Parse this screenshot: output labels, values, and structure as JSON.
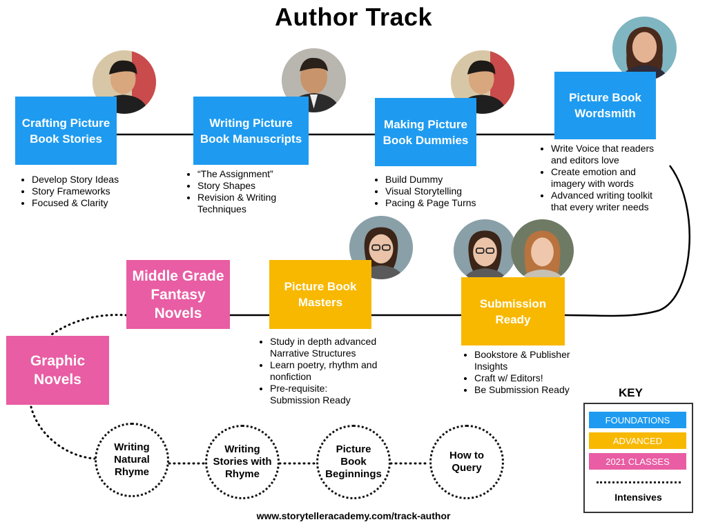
{
  "title": "Author Track",
  "colors": {
    "foundations": "#1e9bf0",
    "advanced": "#f8b800",
    "classes_2021": "#e85da3"
  },
  "courses": {
    "crafting": {
      "label": "Crafting Picture\nBook Stories",
      "bullets": [
        "Develop Story Ideas",
        "Story Frameworks",
        "Focused & Clarity"
      ]
    },
    "writing_manuscripts": {
      "label": "Writing Picture\nBook Manuscripts",
      "bullets": [
        "“The Assignment”",
        "Story Shapes",
        "Revision & Writing\nTechniques"
      ]
    },
    "making_dummies": {
      "label": "Making Picture\nBook Dummies",
      "bullets": [
        "Build Dummy",
        "Visual Storytelling",
        "Pacing & Page Turns"
      ]
    },
    "wordsmith": {
      "label": "Picture Book\nWordsmith",
      "bullets": [
        "Write Voice that readers\nand editors love",
        "Create emotion and\nimagery with words",
        "Advanced writing toolkit\nthat every writer needs"
      ]
    },
    "submission_ready": {
      "label": "Submission\nReady",
      "bullets": [
        "Bookstore & Publisher\nInsights",
        "Craft w/ Editors!",
        "Be Submission Ready"
      ]
    },
    "masters": {
      "label": "Picture Book\nMasters",
      "bullets": [
        "Study in depth advanced\nNarrative Structures",
        "Learn poetry, rhythm and\nnonfiction",
        "Pre-requisite:\nSubmission Ready"
      ]
    },
    "middle_grade": {
      "label": "Middle Grade\nFantasy\nNovels"
    },
    "graphic_novels": {
      "label": "Graphic\nNovels"
    }
  },
  "intensives": [
    "Writing\nNatural\nRhyme",
    "Writing\nStories with\nRhyme",
    "Picture\nBook\nBeginnings",
    "How to\nQuery"
  ],
  "key": {
    "title": "KEY",
    "foundations": "FOUNDATIONS",
    "advanced": "ADVANCED",
    "classes_2021": "2021 CLASSES",
    "intensives": "Intensives"
  },
  "url": "www.storytelleracademy.com/track-author"
}
